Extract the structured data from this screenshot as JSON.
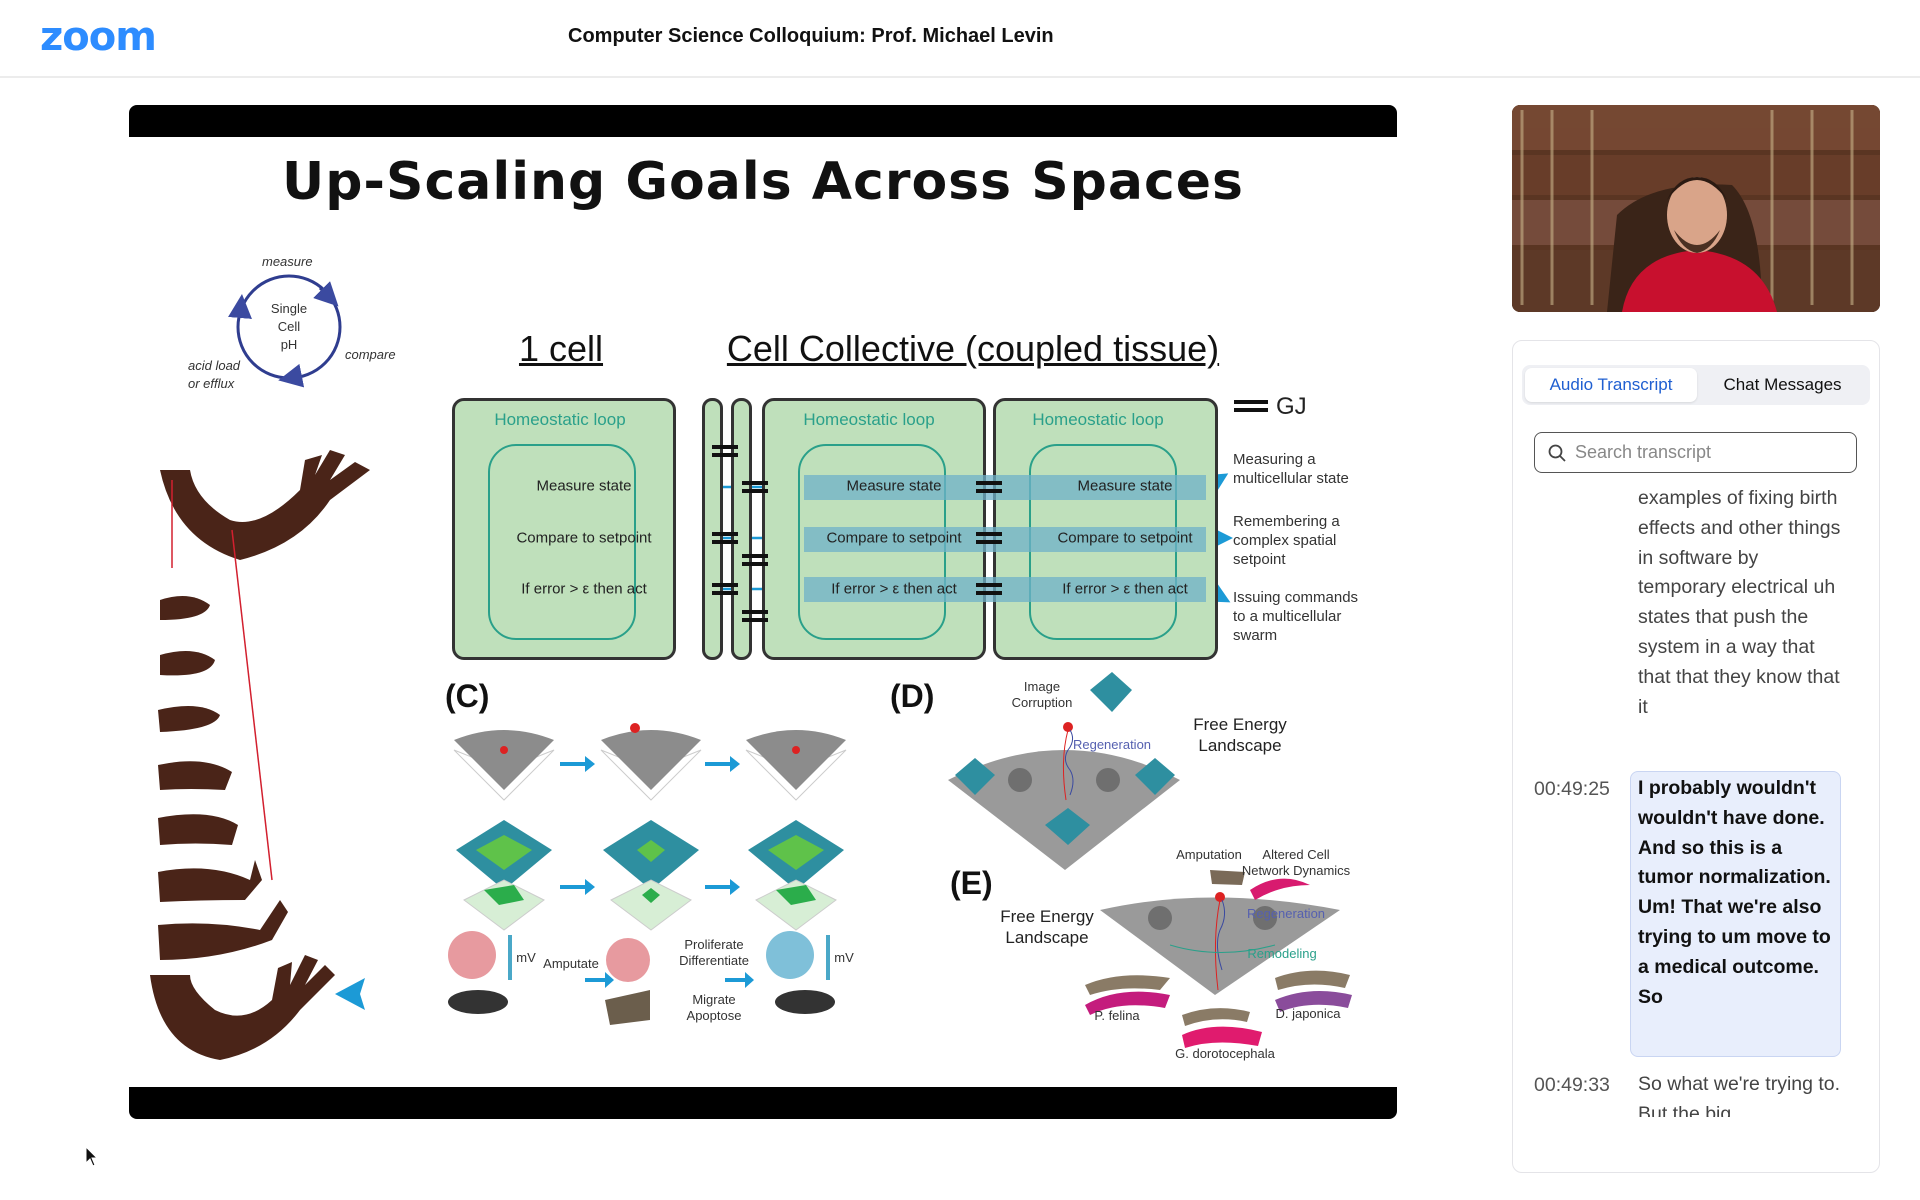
{
  "header": {
    "logo": "zoom",
    "title": "Computer Science Colloquium: Prof. Michael Levin"
  },
  "slide": {
    "title": "Up-Scaling Goals Across Spaces",
    "ph_loop": {
      "center": [
        "Single",
        "Cell",
        "pH"
      ],
      "measure": "measure",
      "compare": "compare",
      "act": [
        "acid load",
        "or efflux"
      ]
    },
    "one_cell": "1 cell",
    "collective": "Cell Collective (coupled tissue)",
    "loop_title": "Homeostatic loop",
    "steps": [
      "Measure state",
      "Compare to setpoint",
      "If error > ε then act"
    ],
    "gj_legend": "GJ",
    "right_labels": [
      [
        "Measuring a",
        "multicellular state"
      ],
      [
        "Remembering a",
        "complex spatial",
        "setpoint"
      ],
      [
        "Issuing commands",
        "to a multicellular",
        "swarm"
      ]
    ],
    "panel_c": {
      "letter": "(C)",
      "mv": "mV",
      "amputate": "Amputate",
      "proliferate": [
        "Proliferate",
        "Differentiate"
      ],
      "migrate": [
        "Migrate",
        "Apoptose"
      ]
    },
    "panel_d": {
      "letter": "(D)",
      "image_corruption": [
        "Image",
        "Corruption"
      ],
      "landscape": [
        "Free Energy",
        "Landscape"
      ],
      "regeneration": "Regeneration"
    },
    "panel_e": {
      "letter": "(E)",
      "amputation": "Amputation",
      "altered": [
        "Altered Cell",
        "Network Dynamics"
      ],
      "landscape": [
        "Free Energy",
        "Landscape"
      ],
      "regeneration": "Regeneration",
      "remodeling": "Remodeling",
      "species": [
        "P. felina",
        "D. japonica",
        "G. dorotocephala"
      ]
    }
  },
  "transcript": {
    "tabs": [
      "Audio Transcript",
      "Chat Messages"
    ],
    "active_tab": "Audio Transcript",
    "search_placeholder": "Search transcript",
    "entries": [
      {
        "time": "",
        "text": "examples of fixing birth effects and other things in software by temporary electrical uh states that push the system in a way that that that they know that it"
      },
      {
        "time": "00:49:25",
        "text": "I probably wouldn't wouldn't have done. And so this is a tumor normalization. Um! That we're also trying to um move to a medical outcome. So",
        "highlighted": true
      },
      {
        "time": "00:49:33",
        "text": "So what we're trying to. But the big"
      }
    ]
  },
  "colors": {
    "brand": "#2d8cff",
    "active_tab": "#1f5fd1",
    "highlight": "#e8eefc",
    "teal": "#2aa08a",
    "gj_arrow": "#1c9ad6"
  }
}
